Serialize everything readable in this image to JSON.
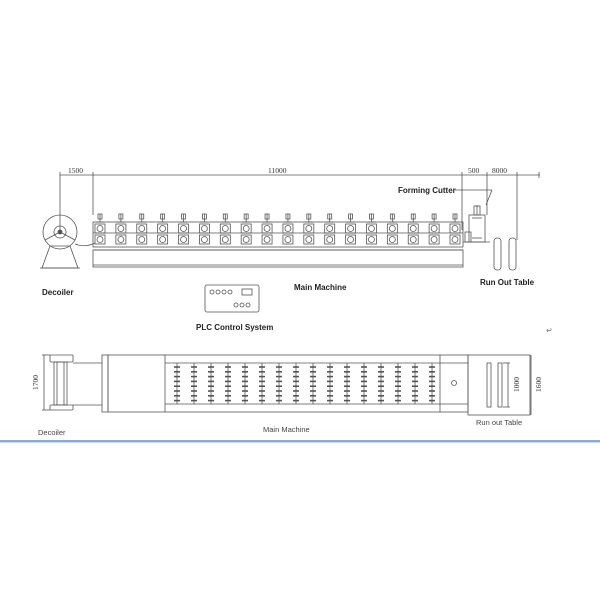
{
  "side_view": {
    "dimensions": {
      "decoiler_gap": "1500",
      "main_machine_length": "11000",
      "cutter_gap": "500",
      "run_out_length": "8000"
    },
    "labels": {
      "decoiler": "Decoiler",
      "main_machine": "Main Machine",
      "forming_cutter": "Forming Cutter",
      "run_out_table": "Run Out Table",
      "plc": "PLC Control System"
    },
    "roller_stations": 18
  },
  "plan_view": {
    "dimensions": {
      "decoiler_width": "1700",
      "table_inner": "1000",
      "table_outer": "1600"
    },
    "labels": {
      "decoiler": "Decoiler",
      "main_machine": "Main Machine",
      "run_out_table": "Run out Table"
    },
    "roller_stations": 16
  },
  "colors": {
    "line": "#555555",
    "separator": "#8aaad6"
  },
  "return_glyph": "↵"
}
